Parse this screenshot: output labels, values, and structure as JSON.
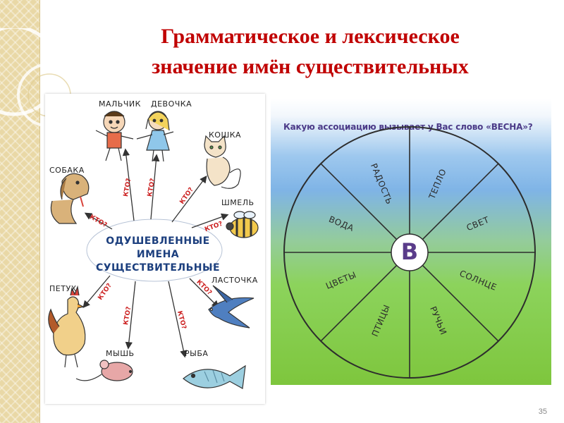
{
  "slide": {
    "title_line1": "Грамматическое и лексическое",
    "title_line2": "значение имён существительных",
    "page_number": "35"
  },
  "mindmap": {
    "center_lines": [
      "ОДУШЕВЛЕННЫЕ",
      "ИМЕНА",
      "СУЩЕСТВИТЕЛЬНЫЕ"
    ],
    "question": "КТО?",
    "nodes": [
      {
        "key": "boy",
        "label": "МАЛЬЧИК",
        "icon": "boy-icon"
      },
      {
        "key": "girl",
        "label": "ДЕВОЧКА",
        "icon": "girl-icon"
      },
      {
        "key": "cat",
        "label": "КОШКА",
        "icon": "cat-icon"
      },
      {
        "key": "bumblebee",
        "label": "ШМЕЛЬ",
        "icon": "bumblebee-icon"
      },
      {
        "key": "swallow",
        "label": "ЛАСТОЧКА",
        "icon": "swallow-icon"
      },
      {
        "key": "fish",
        "label": "РЫБА",
        "icon": "fish-icon"
      },
      {
        "key": "mouse",
        "label": "МЫШЬ",
        "icon": "mouse-icon"
      },
      {
        "key": "rooster",
        "label": "ПЕТУХ",
        "icon": "rooster-icon"
      },
      {
        "key": "dog",
        "label": "СОБАКА",
        "icon": "dog-icon"
      }
    ]
  },
  "wheel": {
    "question": "Какую ассоциацию вызывает у Вас слово «ВЕСНА»?",
    "center_letter": "В",
    "sectors": [
      "ТЕПЛО",
      "СВЕТ",
      "СОЛНЦЕ",
      "РУЧЬИ",
      "ПТИЦЫ",
      "ЦВЕТЫ",
      "ВОДА",
      "РАДОСТЬ"
    ]
  },
  "colors": {
    "title": "#c00000",
    "mindmap_center": "#1c3f7e",
    "kto": "#cc2222",
    "wheel_question": "#4c3b88",
    "wheel_center": "#5a3c8a"
  }
}
